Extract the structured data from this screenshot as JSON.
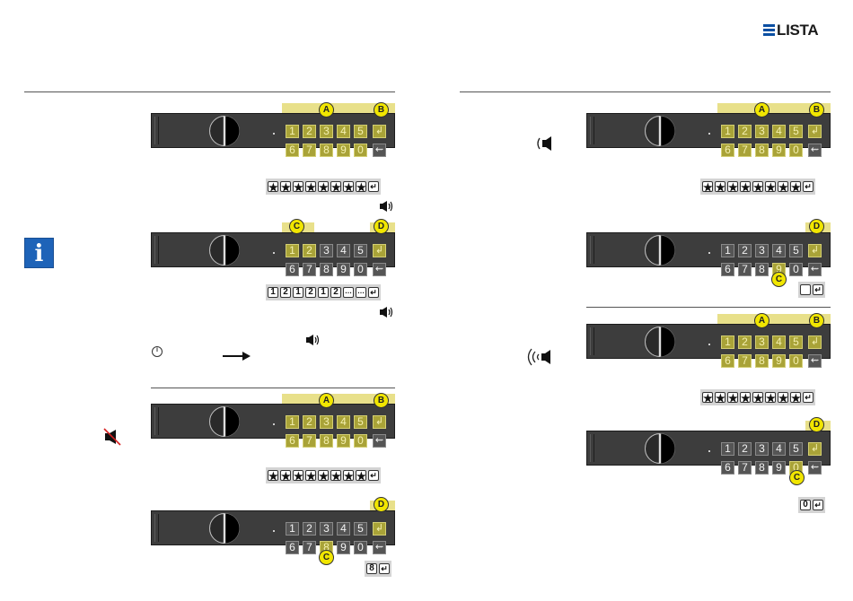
{
  "brand": {
    "logo_text": "LISTA",
    "accent": "#0b4fa2"
  },
  "colors": {
    "key_active": "#a9a338",
    "highlight": "#e8e08a",
    "badge": "#f1e600",
    "panel": "#3d3d3d"
  },
  "keypad": {
    "row1": [
      "1",
      "2",
      "3",
      "4",
      "5",
      "↲"
    ],
    "row2": [
      "6",
      "7",
      "8",
      "9",
      "0",
      "⇜"
    ]
  },
  "badges": {
    "a": "A",
    "b": "B",
    "c": "C",
    "d": "D"
  },
  "codes": {
    "stars": [
      "★",
      "★",
      "★",
      "★",
      "★",
      "★",
      "★",
      "★",
      "↵"
    ],
    "sample_left_2": [
      "1",
      "2",
      "1",
      "2",
      "1",
      "2",
      "…",
      "…",
      "↵"
    ],
    "sample_left_4": [
      "8",
      "↵"
    ],
    "sample_right_2": [
      "",
      "↵"
    ],
    "sample_right_4": [
      "0",
      "↵"
    ]
  },
  "icons": {
    "speaker_small": "speaker-icon",
    "speaker_loud": "speaker-loud-icon",
    "speaker_muted": "speaker-muted-icon",
    "info": "info-icon",
    "power": "power-icon",
    "arrow": "arrow-right-icon"
  },
  "info_glyph": "i"
}
